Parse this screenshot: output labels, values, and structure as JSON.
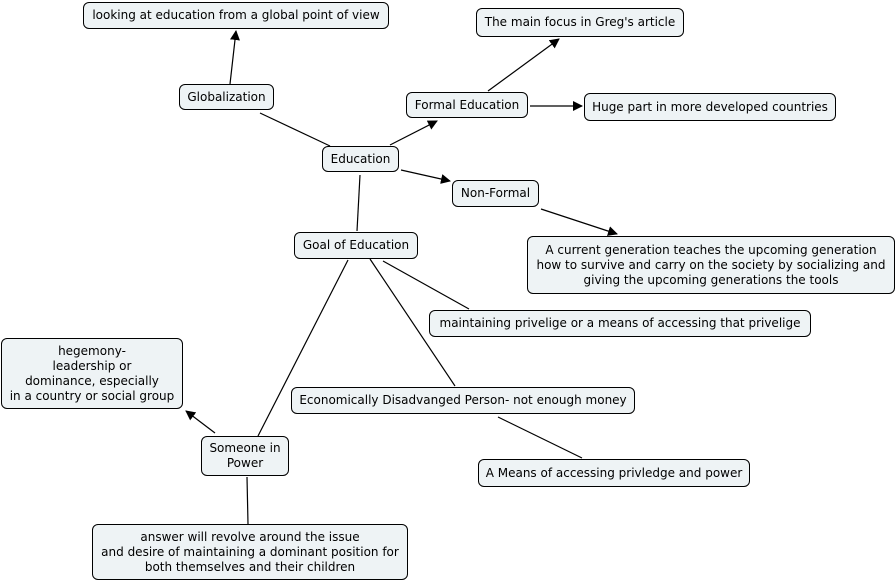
{
  "concept_map": {
    "nodes": {
      "global_view": "looking at education from a global point of view",
      "globalization": "Globalization",
      "education": "Education",
      "formal_education": "Formal Education",
      "gregs_article": "The main focus in Greg's article",
      "developed_countries": "Huge part in more developed countries",
      "non_formal": "Non-Formal",
      "generation": "A current generation teaches the upcoming generation\nhow to survive and carry on the society by socializing and\ngiving the upcoming generations the tools",
      "goal_of_education": "Goal of Education",
      "maintaining_privilege": "maintaining privelige or a means of accessing that privelige",
      "hegemony": "hegemony-\nleadership or\ndominance, especially\nin a country or social group",
      "economically_disadvantaged": "Economically Disadvanged Person- not enough money",
      "someone_in_power": "Someone in\nPower",
      "means_of_accessing": "A Means of accessing privledge and power",
      "dominant_position": "answer will revolve around the issue\nand desire of maintaining a dominant position for\nboth themselves and their children"
    }
  }
}
